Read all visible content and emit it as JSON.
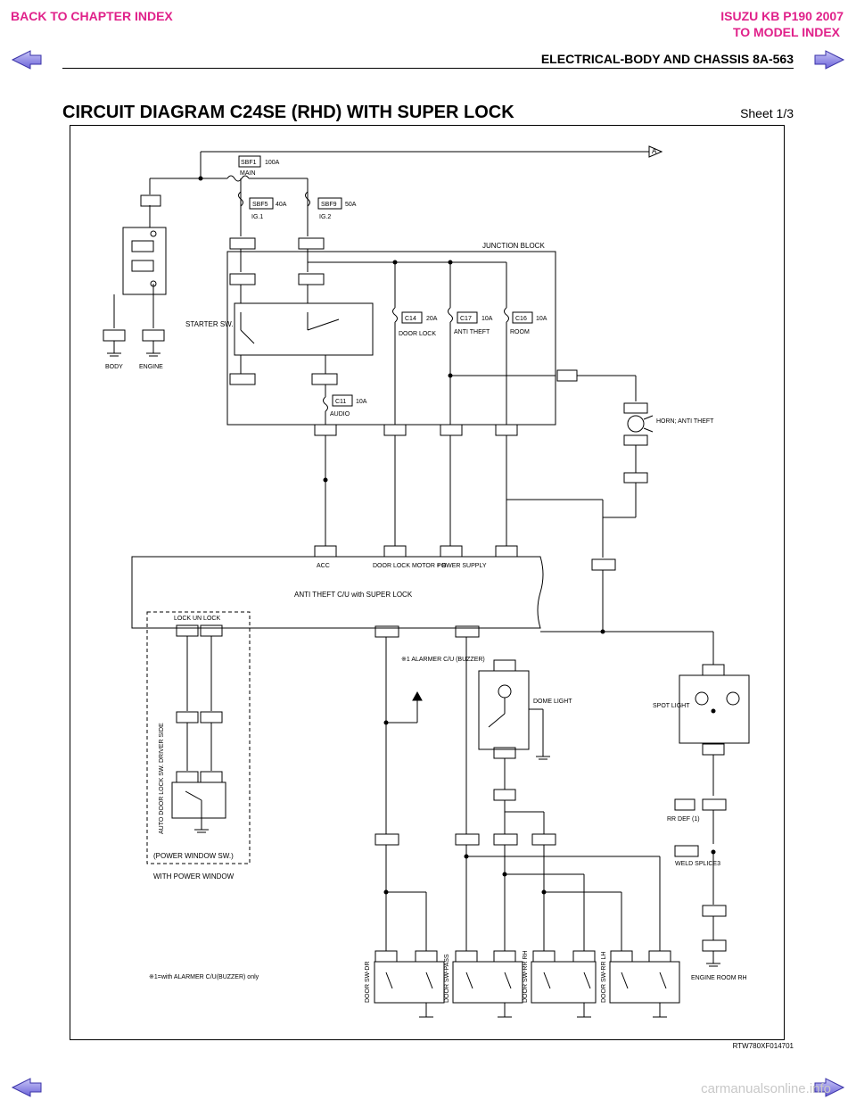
{
  "nav": {
    "back_chapter": "BACK TO CHAPTER INDEX",
    "brand": "ISUZU KB P190 2007",
    "to_model": "TO MODEL INDEX"
  },
  "header": {
    "section": "ELECTRICAL-BODY AND CHASSIS  8A-563"
  },
  "title": "CIRCUIT DIAGRAM C24SE (RHD) WITH SUPER LOCK",
  "sheet": "Sheet 1/3",
  "footnote": "※1=with ALARMER C/U(BUZZER) only",
  "ref_code": "RTW780XF014701",
  "watermark": "carmanualsonline.info",
  "diagram": {
    "fuse_main": {
      "id": "SBF1",
      "rating": "100A",
      "name": "MAIN"
    },
    "fuse_ig1": {
      "id": "SBF5",
      "rating": "40A",
      "name": "IG.1"
    },
    "fuse_ig2": {
      "id": "SBF9",
      "rating": "50A",
      "name": "IG.2"
    },
    "junction_block": "JUNCTION BLOCK",
    "starter_sw": "STARTER SW.",
    "fuse_c14": {
      "id": "C14",
      "rating": "20A",
      "name": "DOOR LOCK"
    },
    "fuse_c17": {
      "id": "C17",
      "rating": "10A",
      "name": "ANTI THEFT"
    },
    "fuse_c16": {
      "id": "C16",
      "rating": "10A",
      "name": "ROOM"
    },
    "fuse_c11": {
      "id": "C11",
      "rating": "10A",
      "name": "AUDIO"
    },
    "horn": "HORN; ANTI THEFT",
    "cu": "ANTI THEFT C/U with SUPER LOCK",
    "cu_pins": [
      "ACC",
      "DOOR LOCK MOTOR + B",
      "POWER SUPPLY"
    ],
    "alarmer": "※1 ALARMER C/U (BUZZER)",
    "dome": "DOME LIGHT",
    "spot": "SPOT LIGHT",
    "rr_def": "RR DEF (1)",
    "weld": "WELD SPLICE3",
    "engine_room": "ENGINE ROOM RH",
    "pw_sw": "(POWER WINDOW SW.)",
    "with_pw": "WITH POWER WINDOW",
    "auto_sw": "AUTO DOOR LOCK SW. DRIVER SIDE",
    "lock_unlock": "LOCK    UN LOCK",
    "door_sws": [
      "DOOR SW-DR",
      "DOOR SW-PASS",
      "DOOR SW-RR RH",
      "DOOR SW-RR LH"
    ],
    "ground_labels": [
      "BODY",
      "ENGINE"
    ]
  }
}
